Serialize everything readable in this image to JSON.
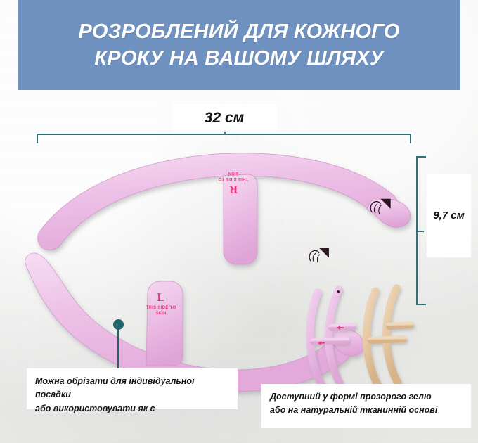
{
  "header": {
    "title": "РОЗРОБЛЕНИЙ ДЛЯ КОЖНОГО\nКРОКУ НА ВАШОМУ ШЛЯХУ",
    "background_color": "#6f91c0",
    "text_color": "#ffffff"
  },
  "dimensions": {
    "width_label": "32 см",
    "height_label": "9,7 см",
    "bracket_color": "#2d7078"
  },
  "product": {
    "main_color": "#eab6e0",
    "main_color_light": "#f3d4ee",
    "alt_color": "#e3c49e",
    "marking_color": "#f0367a",
    "pieces": [
      {
        "side_label": "R",
        "side_note": "THIS SIDE TO\nSKIN",
        "icon": "hand-applying-icon"
      },
      {
        "side_label": "L",
        "side_note": "THIS SIDE TO\nSKIN",
        "icon": "hand-applying-icon"
      }
    ],
    "variants": [
      {
        "name": "gel-variant",
        "color": "#eab6e0"
      },
      {
        "name": "fabric-variant",
        "color": "#e3c49e"
      }
    ]
  },
  "callouts": {
    "left": "Можна обрізати для індивідуальної посадки\nабо використовувати як є",
    "right": "Доступний у формі прозорого гелю\nабо на натуральній тканинній основі",
    "pin_color": "#20646c"
  }
}
